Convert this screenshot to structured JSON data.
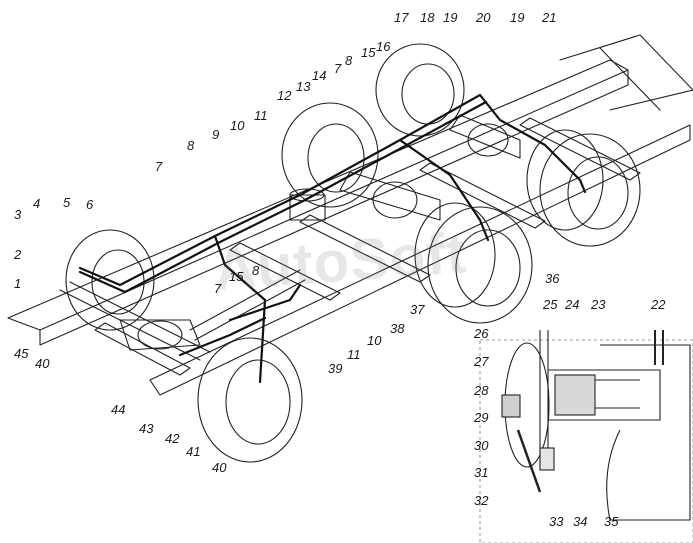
{
  "watermark": "AutoSoft",
  "callouts": [
    "1",
    "2",
    "3",
    "4",
    "5",
    "6",
    "7",
    "8",
    "9",
    "10",
    "11",
    "12",
    "13",
    "14",
    "7",
    "8",
    "15",
    "16",
    "17",
    "18",
    "19",
    "20",
    "19",
    "21",
    "22",
    "23",
    "24",
    "25",
    "26",
    "27",
    "28",
    "29",
    "30",
    "31",
    "32",
    "33",
    "34",
    "35",
    "36",
    "37",
    "38",
    "10",
    "11",
    "39",
    "8",
    "15",
    "7",
    "40",
    "41",
    "42",
    "43",
    "44",
    "45",
    "40"
  ]
}
